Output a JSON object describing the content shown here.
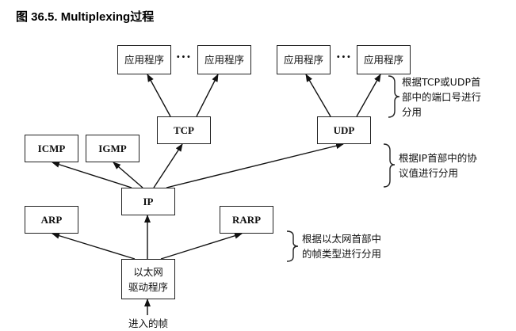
{
  "figure": {
    "title": "图 36.5. Multiplexing过程"
  },
  "nodes": {
    "app1": "应用程序",
    "app2": "应用程序",
    "app3": "应用程序",
    "app4": "应用程序",
    "ellipsis_left": "···",
    "ellipsis_right": "···",
    "tcp": "TCP",
    "udp": "UDP",
    "icmp": "ICMP",
    "igmp": "IGMP",
    "ip": "IP",
    "arp": "ARP",
    "rarp": "RARP",
    "ethernet_driver_line1": "以太网",
    "ethernet_driver_line2": "驱动程序",
    "incoming_frame": "进入的帧"
  },
  "annotations": {
    "transport_demux": [
      "根据TCP或UDP首",
      "部中的端口号进行",
      "分用"
    ],
    "ip_demux": [
      "根据IP首部中的协",
      "议值进行分用"
    ],
    "ethernet_demux": [
      "根据以太网首部中",
      "的帧类型进行分用"
    ]
  },
  "edges": [
    {
      "from": "incoming_frame",
      "to": "ethernet_driver"
    },
    {
      "from": "ethernet_driver",
      "to": "arp"
    },
    {
      "from": "ethernet_driver",
      "to": "ip"
    },
    {
      "from": "ethernet_driver",
      "to": "rarp"
    },
    {
      "from": "ip",
      "to": "icmp"
    },
    {
      "from": "ip",
      "to": "igmp"
    },
    {
      "from": "ip",
      "to": "tcp"
    },
    {
      "from": "ip",
      "to": "udp"
    },
    {
      "from": "tcp",
      "to": "app1"
    },
    {
      "from": "tcp",
      "to": "app2"
    },
    {
      "from": "udp",
      "to": "app3"
    },
    {
      "from": "udp",
      "to": "app4"
    }
  ]
}
